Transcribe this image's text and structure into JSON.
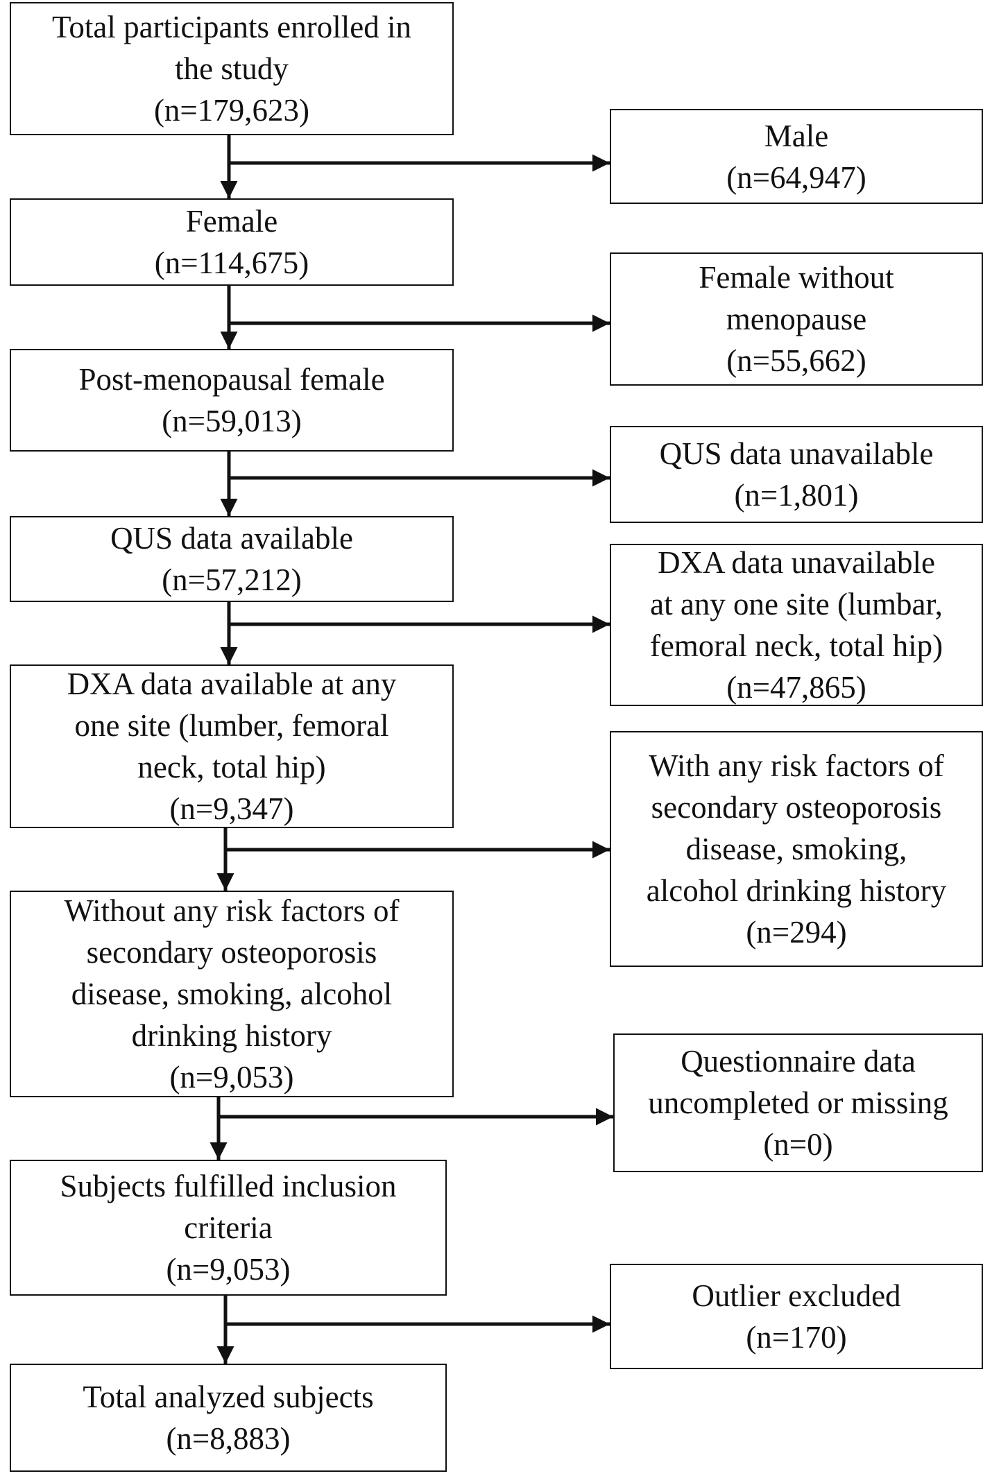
{
  "included": [
    {
      "lines": [
        "Total participants enrolled in",
        "the study",
        "(n=179,623)"
      ]
    },
    {
      "lines": [
        "Female",
        "(n=114,675)"
      ]
    },
    {
      "lines": [
        "Post-menopausal female",
        "(n=59,013)"
      ]
    },
    {
      "lines": [
        "QUS  data available",
        "(n=57,212)"
      ]
    },
    {
      "lines": [
        "DXA data available at any",
        "one site (lumber, femoral",
        "neck, total hip)",
        "(n=9,347)"
      ]
    },
    {
      "lines": [
        "Without any risk factors of",
        "secondary osteoporosis",
        "disease, smoking, alcohol",
        "drinking history",
        "(n=9,053)"
      ]
    },
    {
      "lines": [
        "Subjects fulfilled inclusion",
        "criteria",
        "(n=9,053)"
      ]
    },
    {
      "lines": [
        "Total analyzed subjects",
        "(n=8,883)"
      ]
    }
  ],
  "excluded": [
    {
      "lines": [
        "Male",
        "(n=64,947)"
      ]
    },
    {
      "lines": [
        "Female without",
        "menopause",
        "(n=55,662)"
      ]
    },
    {
      "lines": [
        "QUS  data unavailable",
        "(n=1,801)"
      ]
    },
    {
      "lines": [
        "DXA data unavailable",
        "at any one site (lumbar,",
        "femoral neck, total hip)",
        "(n=47,865)"
      ]
    },
    {
      "lines": [
        "With any risk factors of",
        "secondary osteoporosis",
        "disease, smoking,",
        "alcohol drinking history",
        "(n=294)"
      ]
    },
    {
      "lines": [
        "Questionnaire data",
        "uncompleted or missing",
        "(n=0)"
      ]
    },
    {
      "lines": [
        "Outlier excluded",
        "(n=170)"
      ]
    }
  ]
}
